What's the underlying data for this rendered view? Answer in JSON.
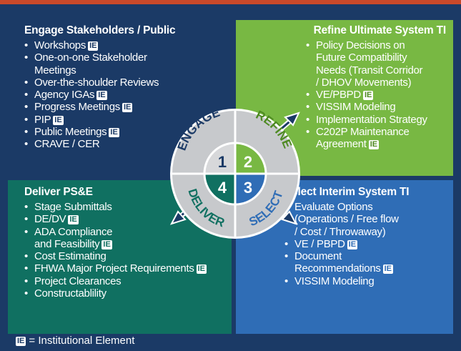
{
  "colors": {
    "navy": "#1b3a66",
    "green": "#78b843",
    "teal": "#107061",
    "blue": "#2f6db6",
    "topbar": "#c9492a",
    "ring": "#c7c9cc"
  },
  "badge": "IE",
  "engage": {
    "title": "Engage Stakeholders / Public",
    "items": [
      {
        "l1": "Workshops",
        "ie": true
      },
      {
        "l1": "One-on-one Stakeholder",
        "l2": "Meetings"
      },
      {
        "l1": "Over-the-shoulder Reviews"
      },
      {
        "l1": "Agency IGAs",
        "ie": true
      },
      {
        "l1": "Progress Meetings",
        "ie": true
      },
      {
        "l1": "PIP",
        "ie": true
      },
      {
        "l1": "Public Meetings",
        "ie": true
      },
      {
        "l1": "CRAVE / CER"
      }
    ]
  },
  "refine": {
    "title": "Refine Ultimate System TI",
    "items": [
      {
        "l1": "Policy Decisions on",
        "l2": "Future Compatibility",
        "l3": "Needs (Transit Corridor",
        "l4": "/ DHOV Movements)"
      },
      {
        "l1": "VE/PBPD",
        "ie": true
      },
      {
        "l1": "VISSIM Modeling"
      },
      {
        "l1": "Implementation Strategy"
      },
      {
        "l1": "C202P Maintenance",
        "l2": "Agreement",
        "ie2": true
      }
    ]
  },
  "deliver": {
    "title": "Deliver PS&E",
    "items": [
      {
        "l1": "Stage Submittals"
      },
      {
        "l1": "DE/DV",
        "ie": true
      },
      {
        "l1": "ADA Compliance",
        "l2": "and Feasibility",
        "ie2": true
      },
      {
        "l1": "Cost Estimating"
      },
      {
        "l1": "FHWA Major Project Requirements",
        "ie": true
      },
      {
        "l1": "Project Clearances"
      },
      {
        "l1": "Constructablility"
      }
    ]
  },
  "select": {
    "title": "Select Interim System TI",
    "items": [
      {
        "l1": "Evaluate Options",
        "l2": "(Operations / Free flow",
        "l3": "/ Cost / Throwaway)"
      },
      {
        "l1": "VE / PBPD",
        "ie": true
      },
      {
        "l1": "Document",
        "l2": "Recommendations",
        "ie2": true
      },
      {
        "l1": "VISSIM Modeling"
      }
    ]
  },
  "wheel": {
    "engage": "ENGAGE",
    "refine": "REFINE",
    "deliver": "DELIVER",
    "select": "SELECT",
    "n1": "1",
    "n2": "2",
    "n3": "3",
    "n4": "4"
  },
  "legend": {
    "text": "= Institutional Element"
  }
}
